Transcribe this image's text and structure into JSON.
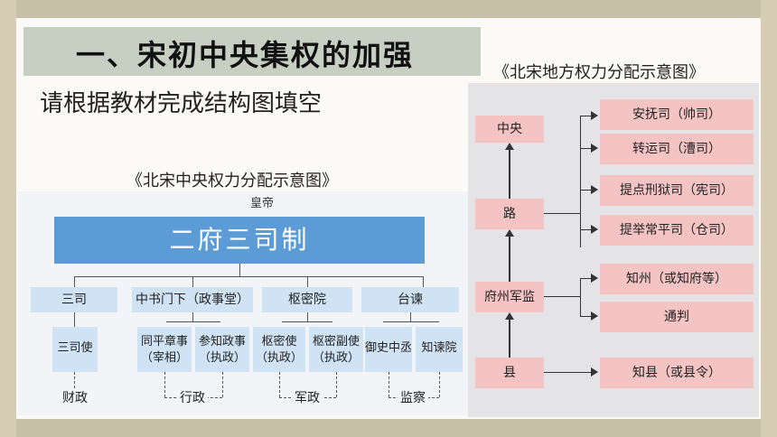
{
  "slide": {
    "title": "一、宋初中央集权的加强",
    "subtitle": "请根据教材完成结构图填空",
    "local_caption": "《北宋地方权力分配示意图》",
    "central_caption": "《北宋中央权力分配示意图》"
  },
  "central_diagram": {
    "emperor": "皇帝",
    "banner": "二府三司制",
    "departments": [
      "三司",
      "中书门下（政事堂）",
      "枢密院",
      "台谏"
    ],
    "officials": [
      {
        "line1": "三司使",
        "line2": ""
      },
      {
        "line1": "同平章事",
        "line2": "（宰相）"
      },
      {
        "line1": "参知政事",
        "line2": "（执政）"
      },
      {
        "line1": "枢密使",
        "line2": "（执政）"
      },
      {
        "line1": "枢密副使",
        "line2": "（执政）"
      },
      {
        "line1": "御史中丞",
        "line2": ""
      },
      {
        "line1": "知谏院",
        "line2": ""
      }
    ],
    "functions": [
      "财政",
      "行政",
      "军政",
      "监察"
    ]
  },
  "local_diagram": {
    "levels": [
      "中央",
      "路",
      "府州军监",
      "县"
    ],
    "lu_offices": [
      "安抚司（帅司）",
      "转运司（漕司）",
      "提点刑狱司（宪司）",
      "提举常平司（仓司）"
    ],
    "prefecture_offices": [
      "知州（或知府等）",
      "通判"
    ],
    "county_offices": [
      "知县（或县令）"
    ]
  }
}
